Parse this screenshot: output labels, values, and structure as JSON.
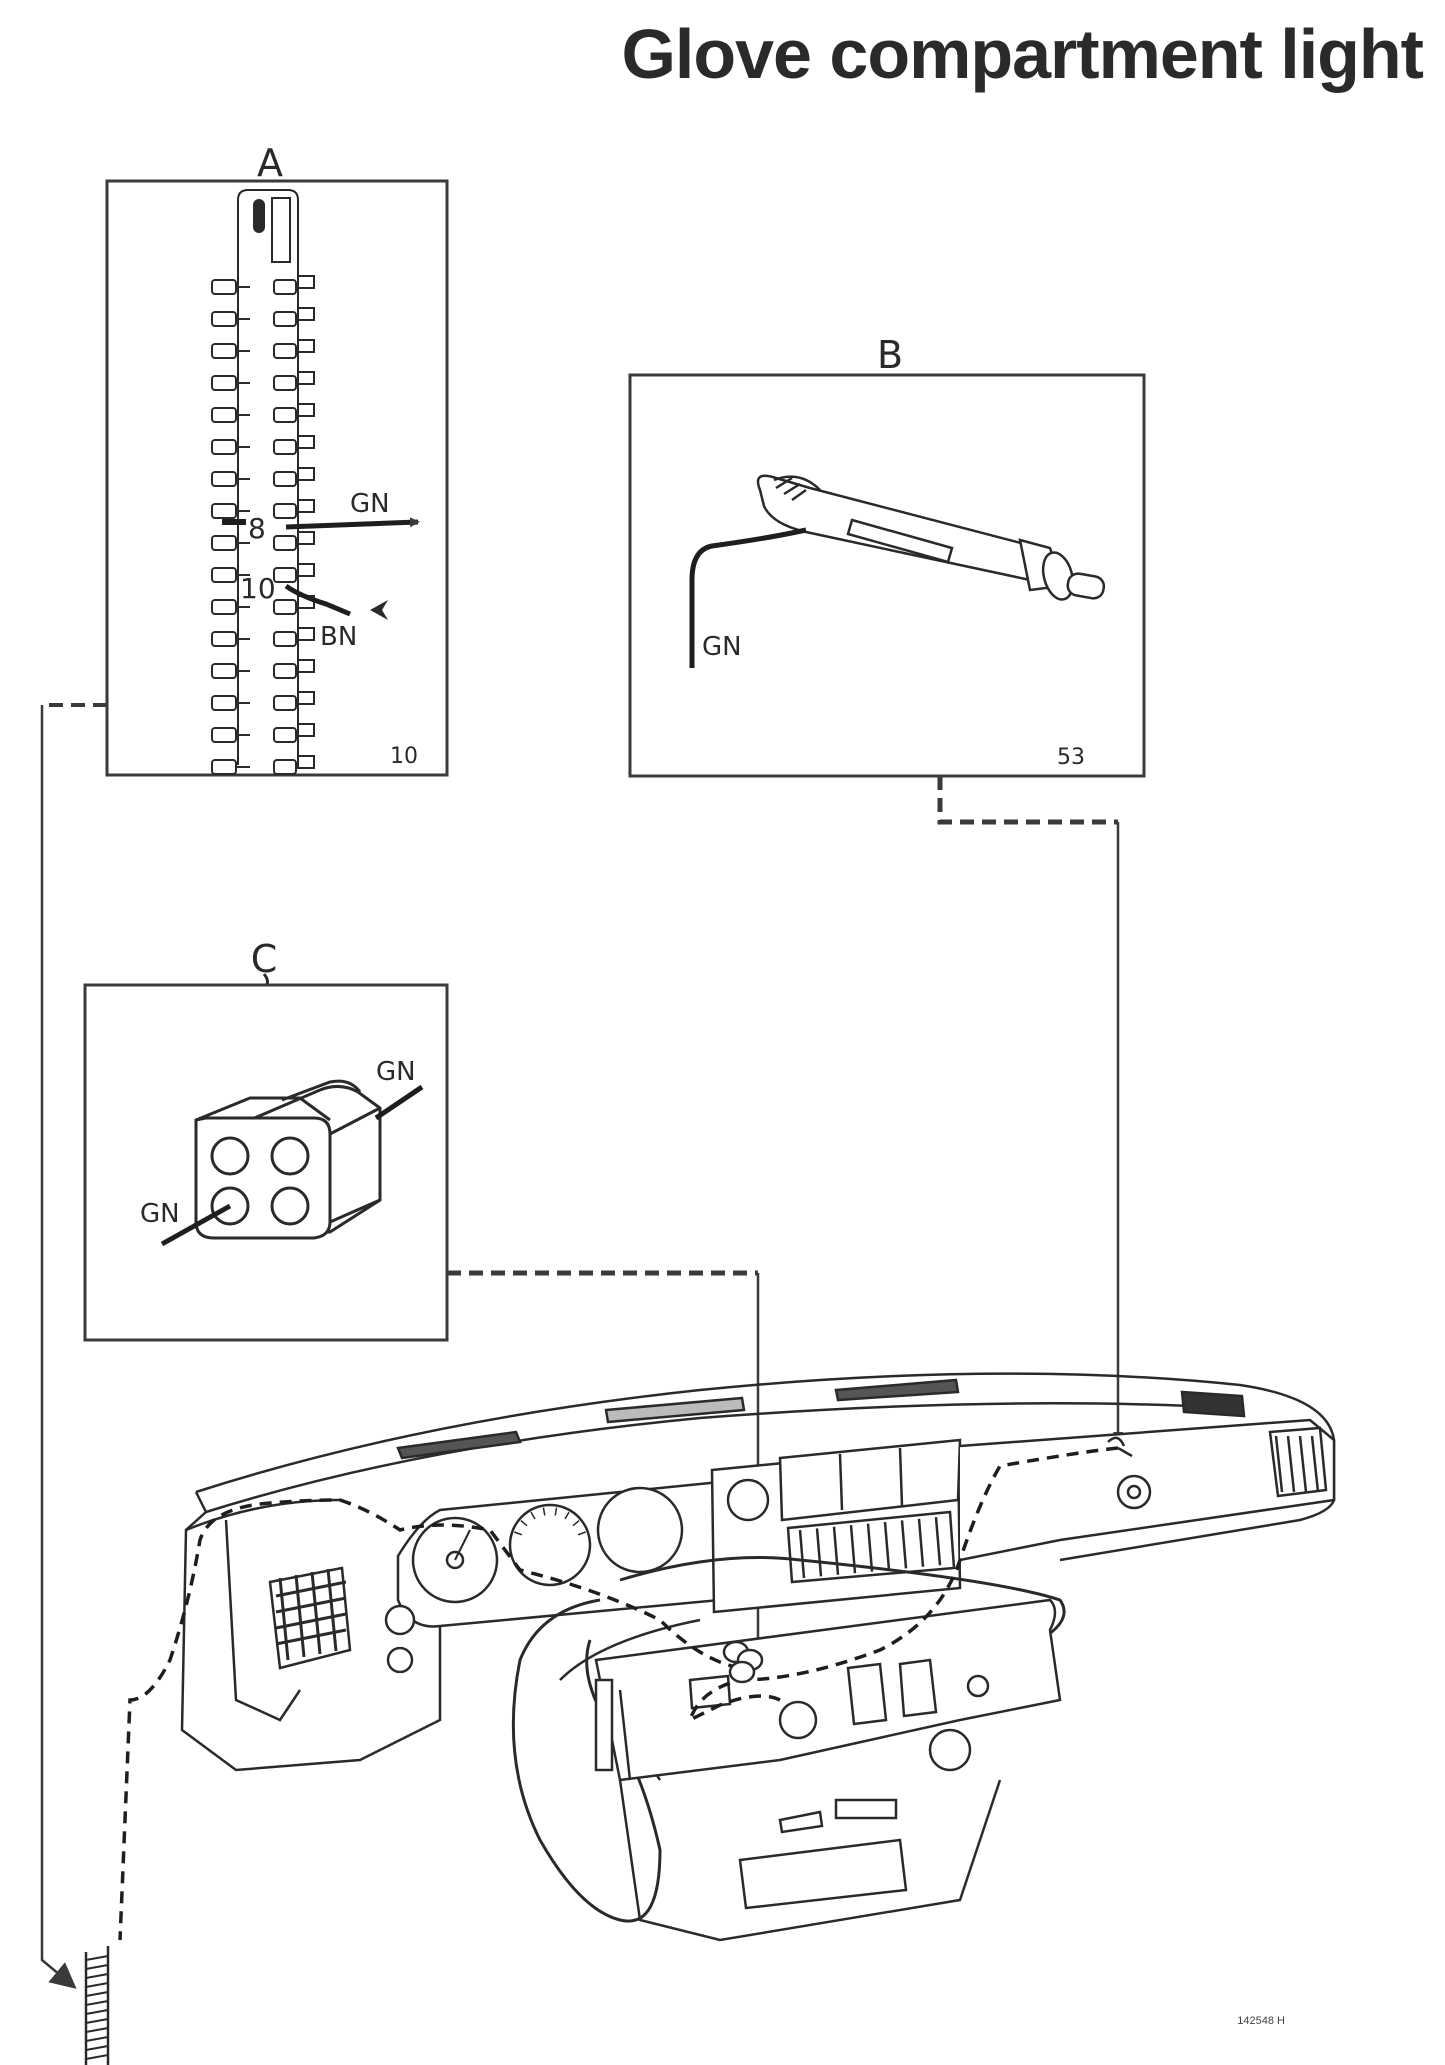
{
  "title": "Glove compartment light",
  "reference_code": "142548 H",
  "panels": {
    "A": {
      "letter": "A",
      "number": "10",
      "pin_8": "8",
      "pin_10": "10",
      "wire_out": "GN",
      "wire_in": "BN"
    },
    "B": {
      "letter": "B",
      "number": "53",
      "wire": "GN"
    },
    "C": {
      "letter": "C",
      "wire_top": "GN",
      "wire_left": "GN"
    }
  },
  "colors": {
    "ink": "#2a2a2a",
    "background": "#ffffff"
  }
}
